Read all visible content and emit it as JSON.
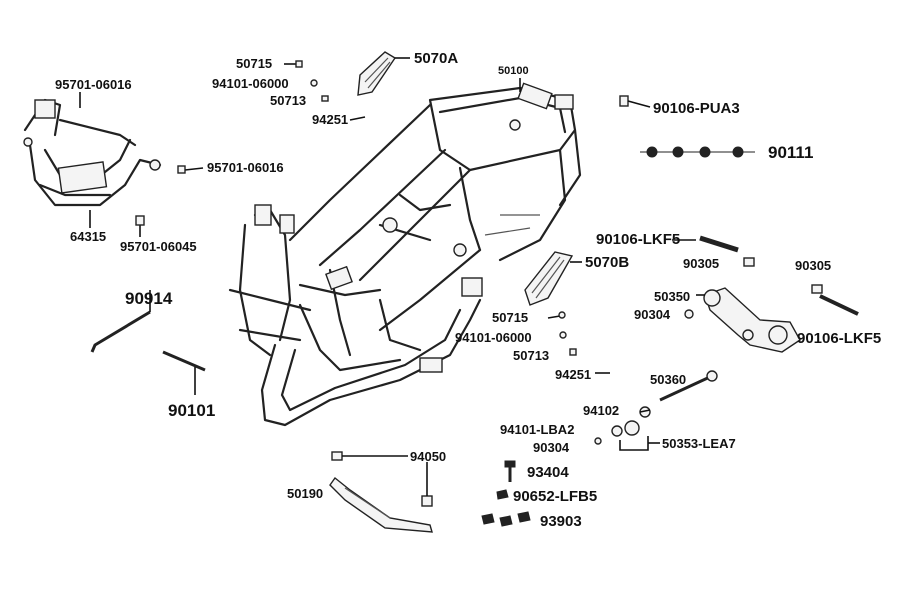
{
  "labels": {
    "p95701_06016_a": "95701-06016",
    "p64315": "64315",
    "p95701_06016_b": "95701-06016",
    "p95701_06045": "95701-06045",
    "p50715_a": "50715",
    "p94101_06000_a": "94101-06000",
    "p50713_a": "50713",
    "p94251_a": "94251",
    "p5070A": "5070A",
    "p50100": "50100",
    "p90106_PUA3": "90106-PUA3",
    "p90111": "90111",
    "p90106_LKF5_a": "90106-LKF5",
    "p90305_a": "90305",
    "p90305_b": "90305",
    "p5070B": "5070B",
    "p50350": "50350",
    "p90304_a": "90304",
    "p90106_LKF5_b": "90106-LKF5",
    "p90914": "90914",
    "p90101": "90101",
    "p50715_b": "50715",
    "p94101_06000_b": "94101-06000",
    "p50713_b": "50713",
    "p94251_b": "94251",
    "p50360": "50360",
    "p94102": "94102",
    "p94101_LBA2": "94101-LBA2",
    "p90304_b": "90304",
    "p50353_LEA7": "50353-LEA7",
    "p94050": "94050",
    "p93404": "93404",
    "p50190": "50190",
    "p90652_LFB5": "90652-LFB5",
    "p93903": "93903"
  }
}
